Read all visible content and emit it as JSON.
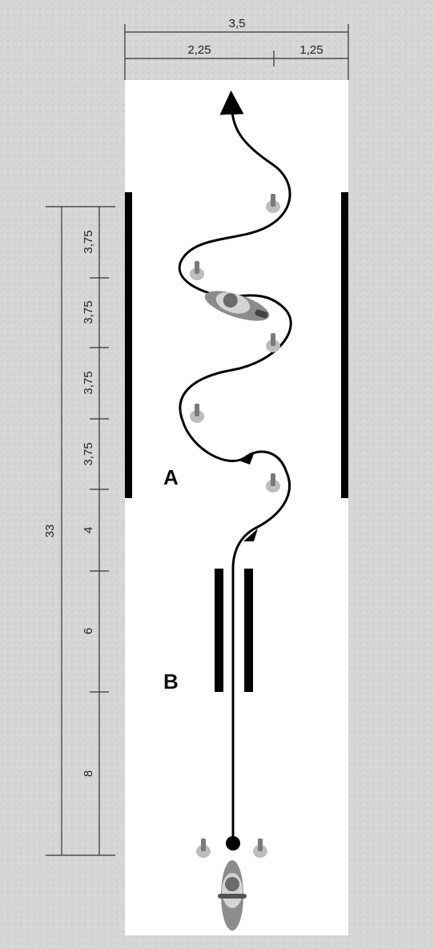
{
  "dimensions": {
    "top_total": "3,5",
    "top_left": "2,25",
    "top_right": "1,25",
    "total_length": "33",
    "segments": [
      "3,75",
      "3,75",
      "3,75",
      "3,75",
      "4",
      "6",
      "8"
    ]
  },
  "labels": {
    "zone_a": "A",
    "zone_b": "B"
  },
  "colors": {
    "background": "#d9d9d9",
    "track": "#ffffff",
    "line": "#000000",
    "cone": "#9a9a9a"
  },
  "icons": {
    "cone": "traffic-cone-icon",
    "motorcycle": "motorcycle-rider-icon"
  }
}
